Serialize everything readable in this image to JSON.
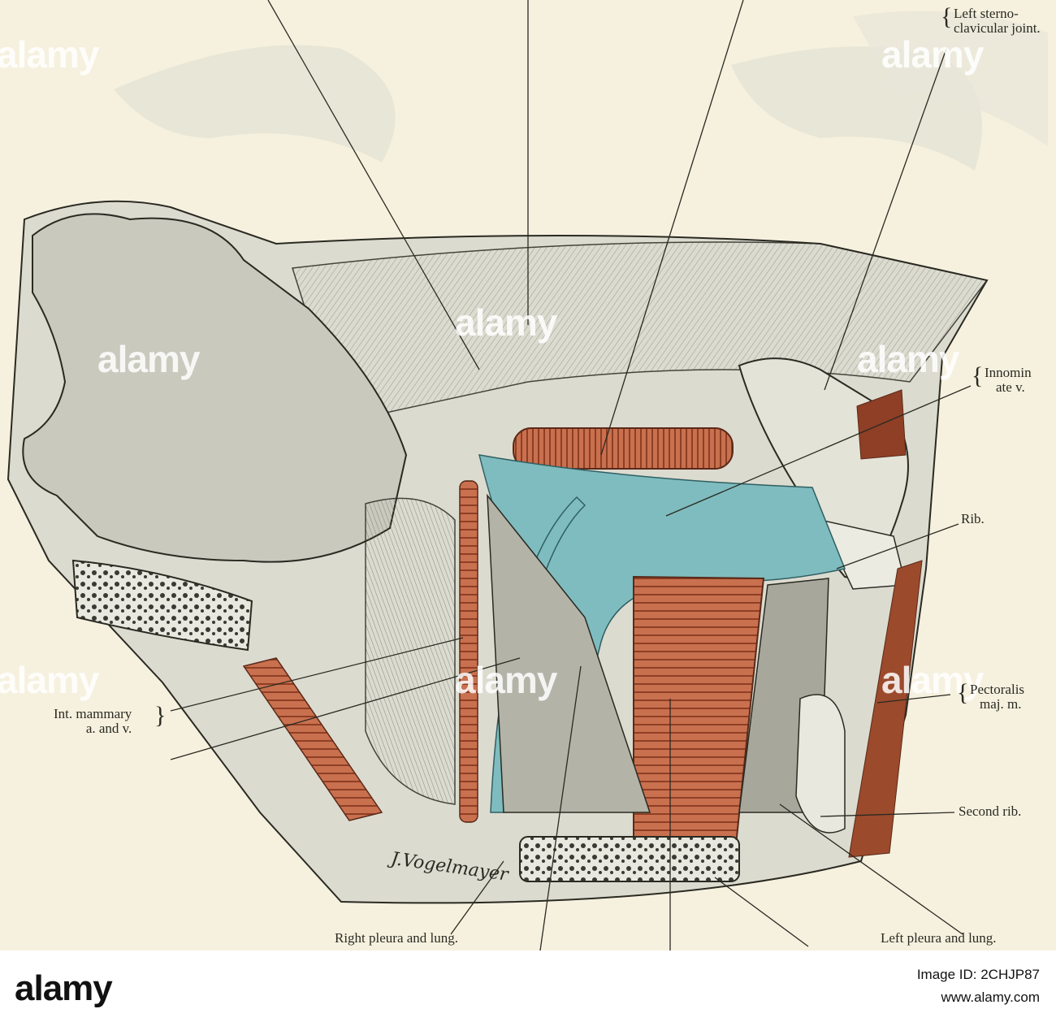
{
  "labels": {
    "sternoclavicular_1": "Left sterno-",
    "sternoclavicular_2": "clavicular joint.",
    "innominate_1": "Innomin",
    "innominate_2": "ate v.",
    "rib": "Rib.",
    "pectoralis_1": "Pectoralis",
    "pectoralis_2": "maj. m.",
    "int_mammary_1": "Int. mammary",
    "int_mammary_2": "a. and v.",
    "second_rib": "Second rib.",
    "right_pleura": "Right pleura and lung.",
    "left_pleura": "Left pleura and lung."
  },
  "watermark": "alamy",
  "footer": {
    "logo": "alamy",
    "image_id_line": "Image ID: 2CHJP87",
    "url": "www.alamy.com"
  },
  "colors": {
    "paper": "#f6f1df",
    "muscle": "#c9704f",
    "vein": "#7fbcbf",
    "tissue": "#d6d6cc",
    "line": "#2a2a22"
  }
}
